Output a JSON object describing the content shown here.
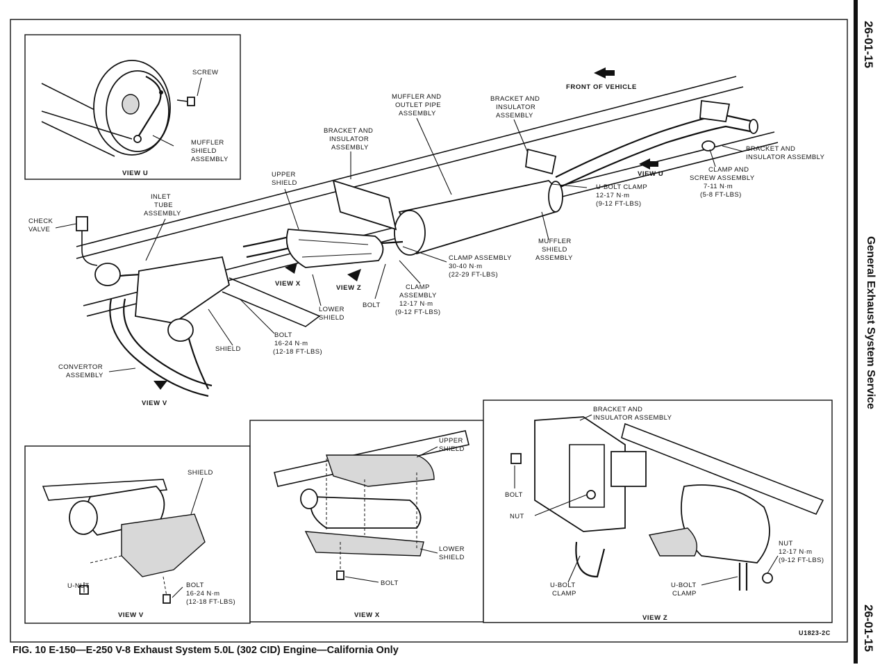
{
  "page_number_top": "26-01-15",
  "page_number_bottom": "26-01-15",
  "section_title": "General Exhaust System Service",
  "caption": "FIG. 10 E-150—E-250 V-8 Exhaust System 5.0L (302 CID) Engine—California Only",
  "drawing_code": "U1823-2C",
  "main": {
    "front_of_vehicle": "FRONT OF VEHICLE",
    "muffler_outlet": [
      "MUFFLER AND",
      "OUTLET PIPE",
      "ASSEMBLY"
    ],
    "bracket_top": [
      "BRACKET AND",
      "INSULATOR",
      "ASSEMBLY"
    ],
    "bracket_left": [
      "BRACKET AND",
      "INSULATOR",
      "ASSEMBLY"
    ],
    "bracket_right": [
      "BRACKET AND",
      "INSULATOR ASSEMBLY"
    ],
    "upper_shield": [
      "UPPER",
      "SHIELD"
    ],
    "inlet_tube": [
      "INLET",
      "TUBE",
      "ASSEMBLY"
    ],
    "check_valve": [
      "CHECK",
      "VALVE"
    ],
    "view_u": "VIEW U",
    "view_x": "VIEW X",
    "view_z": "VIEW Z",
    "view_v": "VIEW V",
    "ubolt_clamp": [
      "U-BOLT CLAMP",
      "12-17 N·m",
      "(9-12 FT-LBS)"
    ],
    "clamp_screw": [
      "CLAMP AND",
      "SCREW ASSEMBLY",
      "7-11 N·m",
      "(5-8 FT-LBS)"
    ],
    "muffler_shield": [
      "MUFFLER",
      "SHIELD",
      "ASSEMBLY"
    ],
    "clamp_assembly": [
      "CLAMP ASSEMBLY",
      "30-40 N·m",
      "(22-29 FT-LBS)"
    ],
    "clamp_assembly2": [
      "CLAMP",
      "ASSEMBLY",
      "12-17 N·m",
      "(9-12 FT-LBS)"
    ],
    "bolt": "BOLT",
    "lower_shield": [
      "LOWER",
      "SHIELD"
    ],
    "shield": "SHIELD",
    "bolt_torque": [
      "BOLT",
      "16-24 N·m",
      "(12-18 FT-LBS)"
    ],
    "convertor": [
      "CONVERTOR",
      "ASSEMBLY"
    ]
  },
  "inset_u": {
    "screw": "SCREW",
    "muffler_shield": [
      "MUFFLER",
      "SHIELD",
      "ASSEMBLY"
    ],
    "title": "VIEW U"
  },
  "inset_v": {
    "shield": "SHIELD",
    "unut": "U-NUT",
    "bolt": [
      "BOLT",
      "16-24 N·m",
      "(12-18 FT-LBS)"
    ],
    "title": "VIEW V"
  },
  "inset_x": {
    "upper_shield": [
      "UPPER",
      "SHIELD"
    ],
    "lower_shield": [
      "LOWER",
      "SHIELD"
    ],
    "bolt": "BOLT",
    "title": "VIEW X"
  },
  "inset_z": {
    "bracket": [
      "BRACKET AND",
      "INSULATOR ASSEMBLY"
    ],
    "bolt": "BOLT",
    "nut": "NUT",
    "nut_torque": [
      "NUT",
      "12-17 N·m",
      "(9-12 FT-LBS)"
    ],
    "ubolt_left": [
      "U-BOLT",
      "CLAMP"
    ],
    "ubolt_right": [
      "U-BOLT",
      "CLAMP"
    ],
    "title": "VIEW Z"
  }
}
